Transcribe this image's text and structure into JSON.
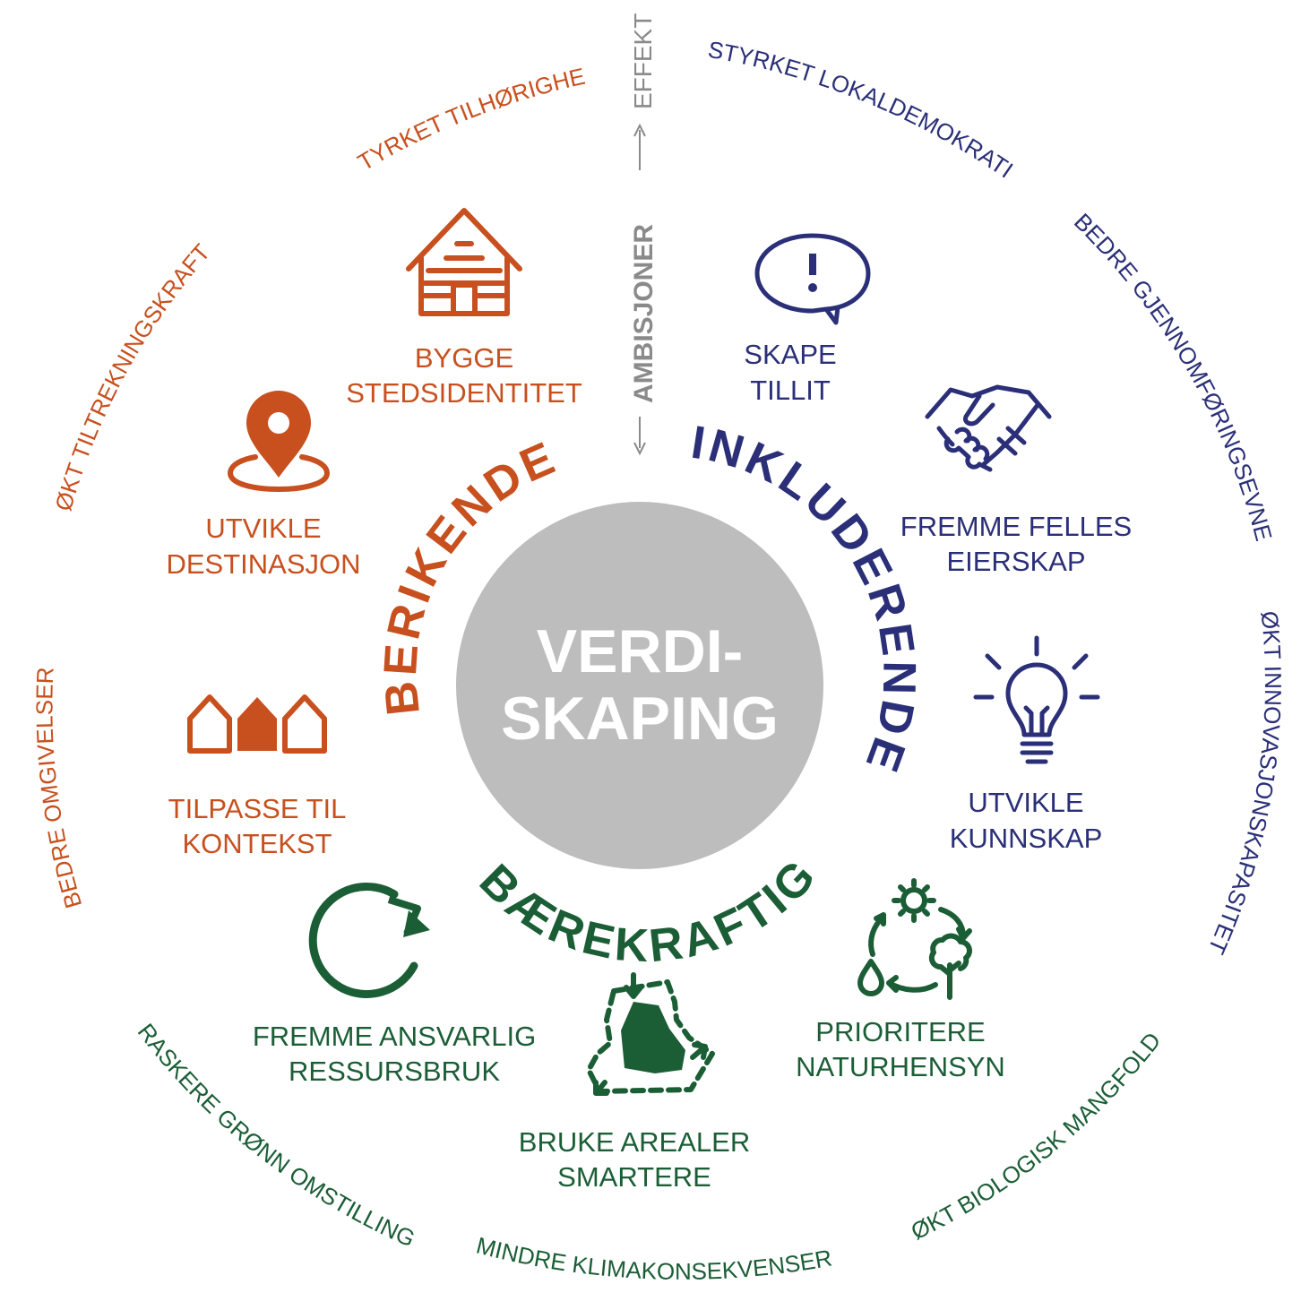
{
  "center": {
    "line1": "VERDI-",
    "line2": "SKAPING",
    "color": "#bdbdbd"
  },
  "axis": {
    "ambitions": "AMBISJONER",
    "effect": "EFFEKT"
  },
  "pillars": {
    "berikende": {
      "label": "BERIKENDE",
      "color": "#c8501e"
    },
    "inkluderende": {
      "label": "INKLUDERENDE",
      "color": "#2a2f78"
    },
    "baerekraftig": {
      "label": "BÆREKRAFTIG",
      "color": "#1b5e36"
    }
  },
  "ambitions": {
    "bygge": {
      "line1": "BYGGE",
      "line2": "STEDSIDENTITET",
      "icon": "house-icon"
    },
    "destinasjon": {
      "line1": "UTVIKLE",
      "line2": "DESTINASJON",
      "icon": "location-pin-icon"
    },
    "kontekst": {
      "line1": "TILPASSE TIL",
      "line2": "KONTEKST",
      "icon": "houses-icon"
    },
    "tillit": {
      "line1": "SKAPE",
      "line2": "TILLIT",
      "icon": "speech-bubble-icon"
    },
    "eierskap": {
      "line1": "FREMME FELLES",
      "line2": "EIERSKAP",
      "icon": "handshake-icon"
    },
    "kunnskap": {
      "line1": "UTVIKLE",
      "line2": "KUNNSKAP",
      "icon": "lightbulb-icon"
    },
    "ressurs": {
      "line1": "FREMME ANSVARLIG",
      "line2": "RESSURSBRUK",
      "icon": "recycle-icon"
    },
    "arealer": {
      "line1": "BRUKE AREALER",
      "line2": "SMARTERE",
      "icon": "land-use-icon"
    },
    "natur": {
      "line1": "PRIORITERE",
      "line2": "NATURHENSYN",
      "icon": "nature-cycle-icon"
    }
  },
  "effects": {
    "tilhorighet": "STYRKET TILHØRIGHET",
    "tiltrekningskraft": "ØKT TILTREKNINGSKRAFT",
    "omgivelser": "BEDRE  OMGIVELSER",
    "lokaldemokrati": "STYRKET LOKALDEMOKRATI",
    "gjennomforingsevne": "BEDRE GJENNOMFØRINGSEVNE",
    "innovasjonskapasitet": "ØKT INNOVASJONSKAPASITET",
    "gronn": "RASKERE GRØNN OMSTILLING",
    "klima": "MINDRE KLIMAKONSEKVENSER",
    "mangfold": "ØKT BIOLOGISK MANGFOLD"
  }
}
